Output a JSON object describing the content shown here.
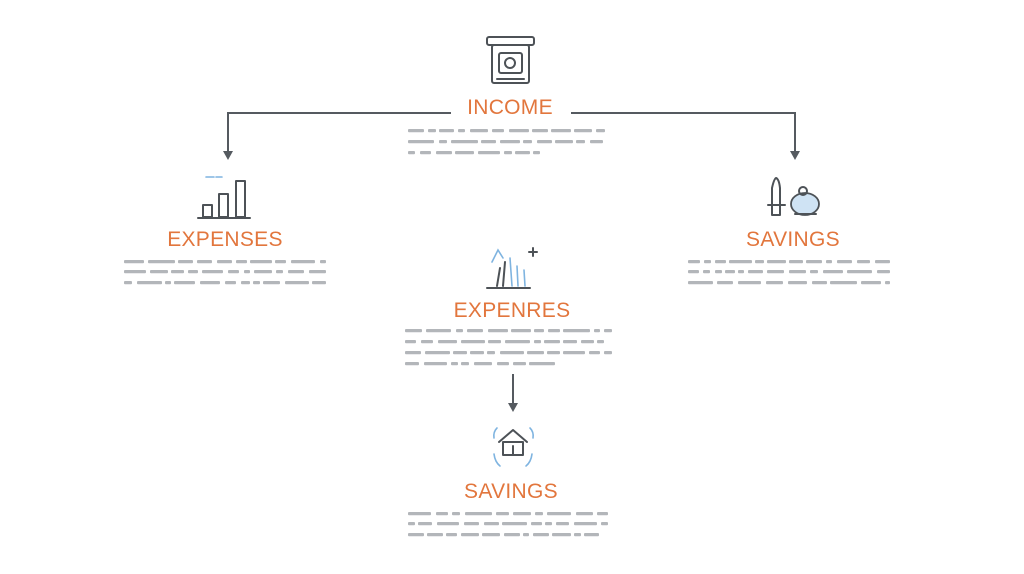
{
  "colors": {
    "title_accent": "#e2763d",
    "connector": "#555a60",
    "icon_stroke": "#4d5257",
    "icon_accent": "#7fb4e0",
    "placeholder_text": "#9a9ea3"
  },
  "nodes": {
    "income": {
      "title": "INCOME",
      "icon": "cash-register-icon"
    },
    "expenses_left": {
      "title": "EXPENSES",
      "icon": "bar-chart-icon"
    },
    "savings_right": {
      "title": "SAVINGS",
      "icon": "piggy-bank-icon"
    },
    "expenses_center": {
      "title": "EXPENRES",
      "icon": "sparkle-chart-icon"
    },
    "savings_bottom": {
      "title": "SAVINGS",
      "icon": "house-icon"
    }
  },
  "edges": [
    {
      "from": "INCOME",
      "to": "EXPENSES"
    },
    {
      "from": "INCOME",
      "to": "SAVINGS"
    },
    {
      "from": "EXPENRES",
      "to": "SAVINGS"
    }
  ]
}
